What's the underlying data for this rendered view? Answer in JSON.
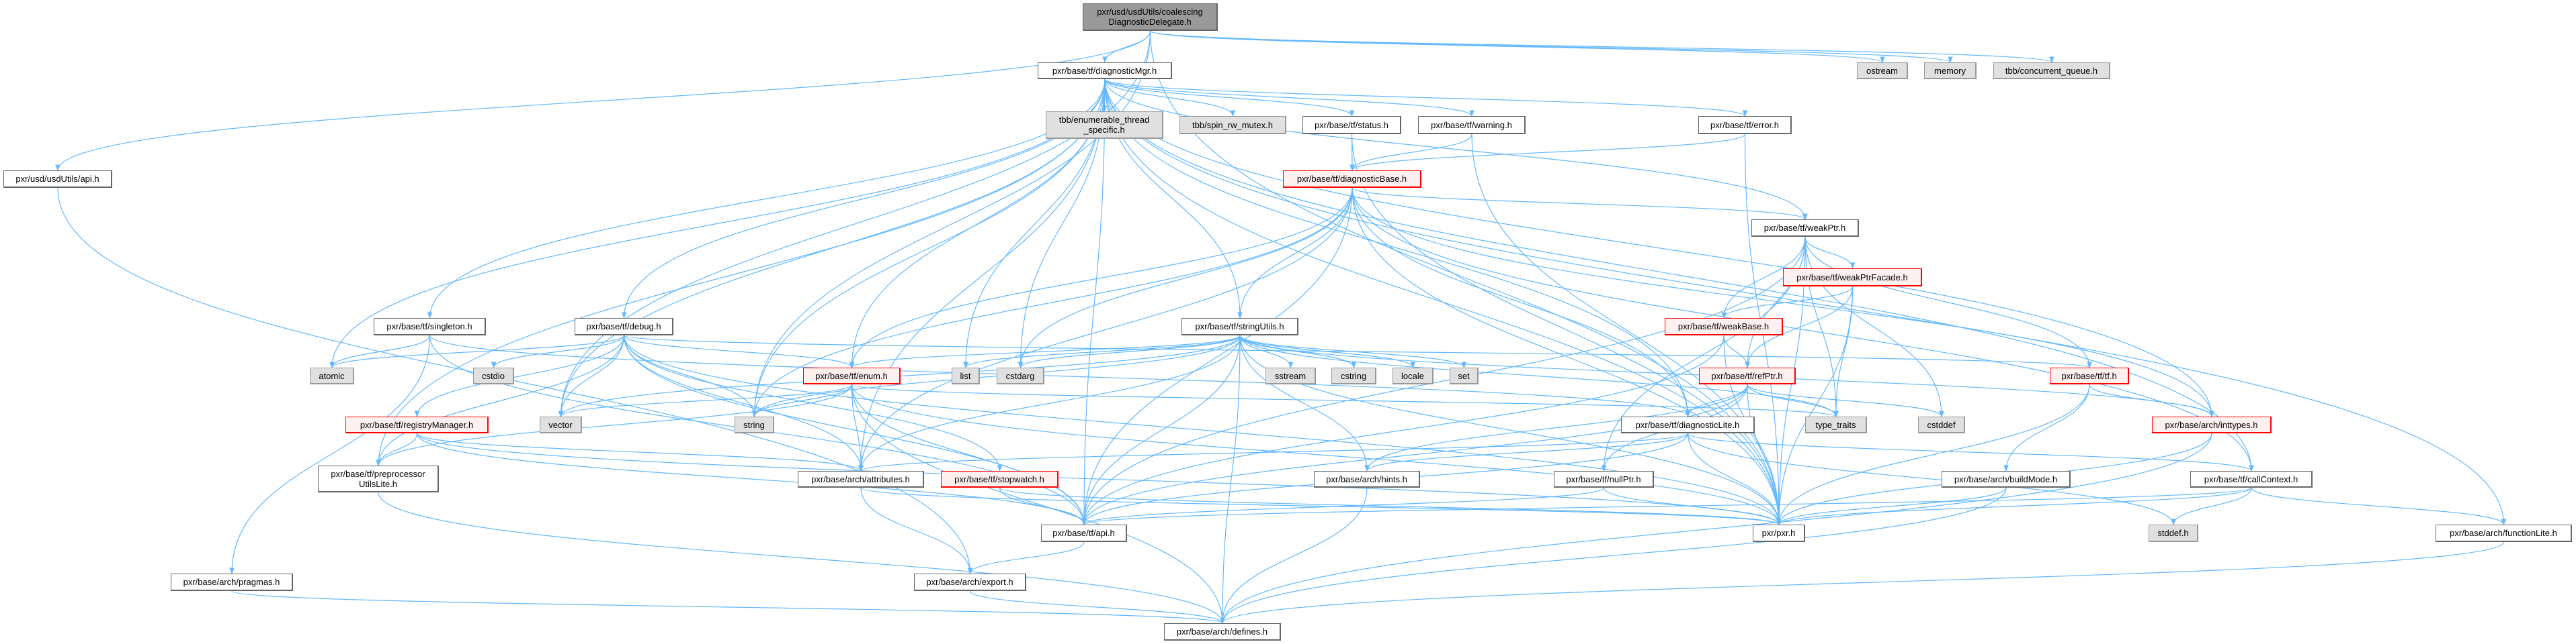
{
  "colors": {
    "edge": "#63b8ff",
    "root_fill": "#999999",
    "system_fill": "#e0e0e0",
    "truncated_border": "#ff0000"
  },
  "nodes": [
    {
      "id": "root",
      "label": [
        "pxr/usd/usdUtils/coalescing",
        "DiagnosticDelegate.h"
      ],
      "style": "root"
    },
    {
      "id": "usdApi",
      "label": [
        "pxr/usd/usdUtils/api.h"
      ],
      "style": "normal"
    },
    {
      "id": "mgr",
      "label": [
        "pxr/base/tf/diagnosticMgr.h"
      ],
      "style": "normal"
    },
    {
      "id": "ostream",
      "label": [
        "ostream"
      ],
      "style": "system"
    },
    {
      "id": "memory",
      "label": [
        "memory"
      ],
      "style": "system"
    },
    {
      "id": "cq",
      "label": [
        "tbb/concurrent_queue.h"
      ],
      "style": "system"
    },
    {
      "id": "ets",
      "label": [
        "tbb/enumerable_thread",
        "_specific.h"
      ],
      "style": "system"
    },
    {
      "id": "spin",
      "label": [
        "tbb/spin_rw_mutex.h"
      ],
      "style": "system"
    },
    {
      "id": "status",
      "label": [
        "pxr/base/tf/status.h"
      ],
      "style": "normal"
    },
    {
      "id": "warning",
      "label": [
        "pxr/base/tf/warning.h"
      ],
      "style": "normal"
    },
    {
      "id": "error",
      "label": [
        "pxr/base/tf/error.h"
      ],
      "style": "normal"
    },
    {
      "id": "dbase",
      "label": [
        "pxr/base/tf/diagnosticBase.h"
      ],
      "style": "truncated"
    },
    {
      "id": "weakPtr",
      "label": [
        "pxr/base/tf/weakPtr.h"
      ],
      "style": "normal"
    },
    {
      "id": "wpf",
      "label": [
        "pxr/base/tf/weakPtrFacade.h"
      ],
      "style": "truncated"
    },
    {
      "id": "singleton",
      "label": [
        "pxr/base/tf/singleton.h"
      ],
      "style": "normal"
    },
    {
      "id": "debug",
      "label": [
        "pxr/base/tf/debug.h"
      ],
      "style": "normal"
    },
    {
      "id": "stringUtils",
      "label": [
        "pxr/base/tf/stringUtils.h"
      ],
      "style": "normal"
    },
    {
      "id": "weakBase",
      "label": [
        "pxr/base/tf/weakBase.h"
      ],
      "style": "truncated"
    },
    {
      "id": "atomic",
      "label": [
        "atomic"
      ],
      "style": "system"
    },
    {
      "id": "cstdio",
      "label": [
        "cstdio"
      ],
      "style": "system"
    },
    {
      "id": "enum",
      "label": [
        "pxr/base/tf/enum.h"
      ],
      "style": "truncated"
    },
    {
      "id": "list",
      "label": [
        "list"
      ],
      "style": "system"
    },
    {
      "id": "cstdarg",
      "label": [
        "cstdarg"
      ],
      "style": "system"
    },
    {
      "id": "sstream",
      "label": [
        "sstream"
      ],
      "style": "system"
    },
    {
      "id": "cstring",
      "label": [
        "cstring"
      ],
      "style": "system"
    },
    {
      "id": "locale",
      "label": [
        "locale"
      ],
      "style": "system"
    },
    {
      "id": "set",
      "label": [
        "set"
      ],
      "style": "system"
    },
    {
      "id": "refPtr",
      "label": [
        "pxr/base/tf/refPtr.h"
      ],
      "style": "truncated"
    },
    {
      "id": "tf",
      "label": [
        "pxr/base/tf/tf.h"
      ],
      "style": "truncated"
    },
    {
      "id": "registry",
      "label": [
        "pxr/base/tf/registryManager.h"
      ],
      "style": "truncated"
    },
    {
      "id": "vector",
      "label": [
        "vector"
      ],
      "style": "system"
    },
    {
      "id": "string",
      "label": [
        "string"
      ],
      "style": "system"
    },
    {
      "id": "dlite",
      "label": [
        "pxr/base/tf/diagnosticLite.h"
      ],
      "style": "normal"
    },
    {
      "id": "typeTraits",
      "label": [
        "type_traits"
      ],
      "style": "system"
    },
    {
      "id": "cstddef",
      "label": [
        "cstddef"
      ],
      "style": "system"
    },
    {
      "id": "inttypes",
      "label": [
        "pxr/base/arch/inttypes.h"
      ],
      "style": "truncated"
    },
    {
      "id": "ppl",
      "label": [
        "pxr/base/tf/preprocessor",
        "UtilsLite.h"
      ],
      "style": "normal"
    },
    {
      "id": "attributes",
      "label": [
        "pxr/base/arch/attributes.h"
      ],
      "style": "normal"
    },
    {
      "id": "stopwatch",
      "label": [
        "pxr/base/tf/stopwatch.h"
      ],
      "style": "truncated"
    },
    {
      "id": "hints",
      "label": [
        "pxr/base/arch/hints.h"
      ],
      "style": "normal"
    },
    {
      "id": "nullPtr",
      "label": [
        "pxr/base/tf/nullPtr.h"
      ],
      "style": "normal"
    },
    {
      "id": "buildMode",
      "label": [
        "pxr/base/arch/buildMode.h"
      ],
      "style": "normal"
    },
    {
      "id": "callContext",
      "label": [
        "pxr/base/tf/callContext.h"
      ],
      "style": "normal"
    },
    {
      "id": "tfApi",
      "label": [
        "pxr/base/tf/api.h"
      ],
      "style": "normal"
    },
    {
      "id": "pxr",
      "label": [
        "pxr/pxr.h"
      ],
      "style": "normal"
    },
    {
      "id": "stddef",
      "label": [
        "stddef.h"
      ],
      "style": "system"
    },
    {
      "id": "functionLite",
      "label": [
        "pxr/base/arch/functionLite.h"
      ],
      "style": "normal"
    },
    {
      "id": "pragmas",
      "label": [
        "pxr/base/arch/pragmas.h"
      ],
      "style": "normal"
    },
    {
      "id": "export",
      "label": [
        "pxr/base/arch/export.h"
      ],
      "style": "normal"
    },
    {
      "id": "defines",
      "label": [
        "pxr/base/arch/defines.h"
      ],
      "style": "normal"
    }
  ],
  "edges": [
    [
      "root",
      "mgr"
    ],
    [
      "root",
      "usdApi"
    ],
    [
      "root",
      "ostream"
    ],
    [
      "root",
      "memory"
    ],
    [
      "root",
      "cq"
    ],
    [
      "root",
      "vector"
    ],
    [
      "root",
      "pxr"
    ],
    [
      "root",
      "string"
    ],
    [
      "usdApi",
      "export"
    ],
    [
      "mgr",
      "ets"
    ],
    [
      "mgr",
      "spin"
    ],
    [
      "mgr",
      "status"
    ],
    [
      "mgr",
      "warning"
    ],
    [
      "mgr",
      "error"
    ],
    [
      "mgr",
      "weakPtr"
    ],
    [
      "mgr",
      "singleton"
    ],
    [
      "mgr",
      "debug"
    ],
    [
      "mgr",
      "atomic"
    ],
    [
      "mgr",
      "string"
    ],
    [
      "mgr",
      "vector"
    ],
    [
      "mgr",
      "list"
    ],
    [
      "mgr",
      "cstdarg"
    ],
    [
      "mgr",
      "stringUtils"
    ],
    [
      "mgr",
      "enum"
    ],
    [
      "mgr",
      "tfApi"
    ],
    [
      "mgr",
      "pxr"
    ],
    [
      "mgr",
      "dlite"
    ],
    [
      "mgr",
      "callContext"
    ],
    [
      "mgr",
      "functionLite"
    ],
    [
      "mgr",
      "inttypes"
    ],
    [
      "mgr",
      "attributes"
    ],
    [
      "mgr",
      "ppl"
    ],
    [
      "status",
      "dbase"
    ],
    [
      "status",
      "pxr"
    ],
    [
      "warning",
      "dbase"
    ],
    [
      "warning",
      "pxr"
    ],
    [
      "error",
      "dbase"
    ],
    [
      "error",
      "pxr"
    ],
    [
      "dbase",
      "weakPtr"
    ],
    [
      "dbase",
      "stringUtils"
    ],
    [
      "dbase",
      "enum"
    ],
    [
      "dbase",
      "tfApi"
    ],
    [
      "dbase",
      "attributes"
    ],
    [
      "dbase",
      "string"
    ],
    [
      "dbase",
      "cstdarg"
    ],
    [
      "dbase",
      "inttypes"
    ],
    [
      "dbase",
      "callContext"
    ],
    [
      "dbase",
      "dlite"
    ],
    [
      "dbase",
      "pxr"
    ],
    [
      "weakPtr",
      "wpf"
    ],
    [
      "weakPtr",
      "weakBase"
    ],
    [
      "weakPtr",
      "refPtr"
    ],
    [
      "weakPtr",
      "nullPtr"
    ],
    [
      "weakPtr",
      "tf"
    ],
    [
      "weakPtr",
      "typeTraits"
    ],
    [
      "weakPtr",
      "cstddef"
    ],
    [
      "weakPtr",
      "pxr"
    ],
    [
      "weakPtr",
      "tfApi"
    ],
    [
      "wpf",
      "weakBase"
    ],
    [
      "wpf",
      "refPtr"
    ],
    [
      "wpf",
      "typeTraits"
    ],
    [
      "wpf",
      "pxr"
    ],
    [
      "weakBase",
      "refPtr"
    ],
    [
      "weakBase",
      "tfApi"
    ],
    [
      "weakBase",
      "pxr"
    ],
    [
      "refPtr",
      "dlite"
    ],
    [
      "refPtr",
      "nullPtr"
    ],
    [
      "refPtr",
      "hints"
    ],
    [
      "refPtr",
      "typeTraits"
    ],
    [
      "refPtr",
      "cstddef"
    ],
    [
      "refPtr",
      "tfApi"
    ],
    [
      "refPtr",
      "pxr"
    ],
    [
      "singleton",
      "atomic"
    ],
    [
      "singleton",
      "pragmas"
    ],
    [
      "singleton",
      "tfApi"
    ],
    [
      "singleton",
      "dlite"
    ],
    [
      "debug",
      "atomic"
    ],
    [
      "debug",
      "cstdio"
    ],
    [
      "debug",
      "enum"
    ],
    [
      "debug",
      "registry"
    ],
    [
      "debug",
      "ppl"
    ],
    [
      "debug",
      "vector"
    ],
    [
      "debug",
      "string"
    ],
    [
      "debug",
      "stopwatch"
    ],
    [
      "debug",
      "attributes"
    ],
    [
      "debug",
      "tfApi"
    ],
    [
      "debug",
      "pxr"
    ],
    [
      "debug",
      "tf"
    ],
    [
      "enum",
      "string"
    ],
    [
      "enum",
      "vector"
    ],
    [
      "enum",
      "ppl"
    ],
    [
      "enum",
      "typeTraits"
    ],
    [
      "enum",
      "tfApi"
    ],
    [
      "enum",
      "defines"
    ],
    [
      "enum",
      "pxr"
    ],
    [
      "enum",
      "attributes"
    ],
    [
      "registry",
      "ppl"
    ],
    [
      "registry",
      "attributes"
    ],
    [
      "registry",
      "tfApi"
    ],
    [
      "registry",
      "pxr"
    ],
    [
      "ppl",
      "defines"
    ],
    [
      "attributes",
      "export"
    ],
    [
      "attributes",
      "pxr"
    ],
    [
      "stopwatch",
      "tfApi"
    ],
    [
      "stopwatch",
      "pxr"
    ],
    [
      "stringUtils",
      "list"
    ],
    [
      "stringUtils",
      "cstdarg"
    ],
    [
      "stringUtils",
      "sstream"
    ],
    [
      "stringUtils",
      "cstring"
    ],
    [
      "stringUtils",
      "locale"
    ],
    [
      "stringUtils",
      "set"
    ],
    [
      "stringUtils",
      "string"
    ],
    [
      "stringUtils",
      "vector"
    ],
    [
      "stringUtils",
      "enum"
    ],
    [
      "stringUtils",
      "attributes"
    ],
    [
      "stringUtils",
      "hints"
    ],
    [
      "stringUtils",
      "tfApi"
    ],
    [
      "stringUtils",
      "inttypes"
    ],
    [
      "stringUtils",
      "typeTraits"
    ],
    [
      "stringUtils",
      "pxr"
    ],
    [
      "stringUtils",
      "defines"
    ],
    [
      "dlite",
      "attributes"
    ],
    [
      "dlite",
      "hints"
    ],
    [
      "dlite",
      "tfApi"
    ],
    [
      "dlite",
      "pxr"
    ],
    [
      "dlite",
      "callContext"
    ],
    [
      "dlite",
      "stddef"
    ],
    [
      "nullPtr",
      "tfApi"
    ],
    [
      "nullPtr",
      "pxr"
    ],
    [
      "hints",
      "defines"
    ],
    [
      "tfApi",
      "export"
    ],
    [
      "export",
      "defines"
    ],
    [
      "pragmas",
      "defines"
    ],
    [
      "tf",
      "inttypes"
    ],
    [
      "tf",
      "buildMode"
    ],
    [
      "tf",
      "pxr"
    ],
    [
      "inttypes",
      "pxr"
    ],
    [
      "inttypes",
      "defines"
    ],
    [
      "buildMode",
      "defines"
    ],
    [
      "buildMode",
      "pxr"
    ],
    [
      "callContext",
      "stddef"
    ],
    [
      "callContext",
      "pxr"
    ],
    [
      "callContext",
      "functionLite"
    ],
    [
      "callContext",
      "tfApi"
    ],
    [
      "functionLite",
      "defines"
    ]
  ]
}
